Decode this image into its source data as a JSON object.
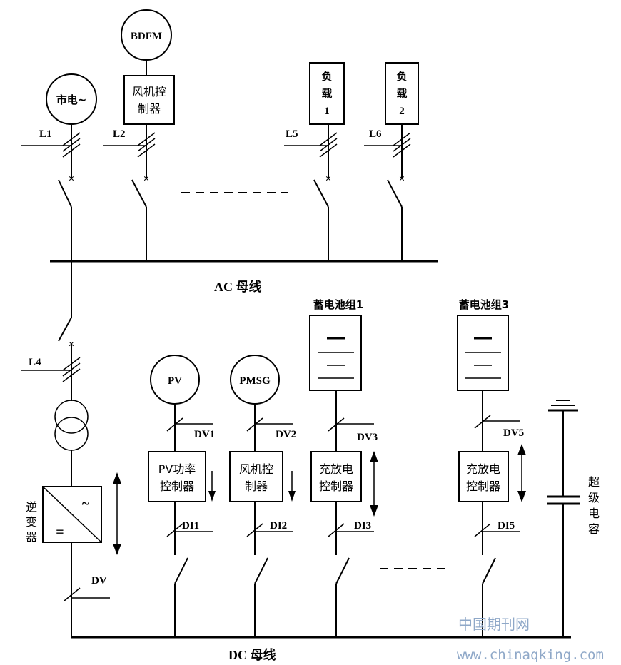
{
  "sources": {
    "grid": "市电~",
    "bdfm": "BDFM",
    "pv": "PV",
    "pmsg": "PMSG"
  },
  "controllers": {
    "wind_ac": [
      "风机控",
      "制器"
    ],
    "pv_dc": [
      "PV功率",
      "控制器"
    ],
    "wind_dc": [
      "风机控",
      "制器"
    ],
    "charge1": [
      "充放电",
      "控制器"
    ],
    "charge3": [
      "充放电",
      "控制器"
    ]
  },
  "loads": {
    "load1": [
      "负",
      "载",
      "1"
    ],
    "load2": [
      "负",
      "载",
      "2"
    ]
  },
  "batteries": {
    "battery1": "蓄电池组1",
    "battery3": "蓄电池组3"
  },
  "ac_labels": {
    "l1": "L1",
    "l2": "L2",
    "l4": "L4",
    "l5": "L5",
    "l6": "L6"
  },
  "dc_labels": {
    "dv": "DV",
    "dv1": "DV1",
    "dv2": "DV2",
    "dv3": "DV3",
    "dv5": "DV5",
    "di1": "DI1",
    "di2": "DI2",
    "di3": "DI3",
    "di5": "DI5"
  },
  "buses": {
    "ac": "AC  母线",
    "dc": "DC  母线"
  },
  "inverter": {
    "label": [
      "逆",
      "变",
      "器"
    ],
    "ac_symbol": "~",
    "dc_symbol": "="
  },
  "supercap": [
    "超",
    "级",
    "电",
    "容"
  ],
  "watermark": {
    "cn": "中国期刊网",
    "url": "www.chinaqking.com"
  }
}
